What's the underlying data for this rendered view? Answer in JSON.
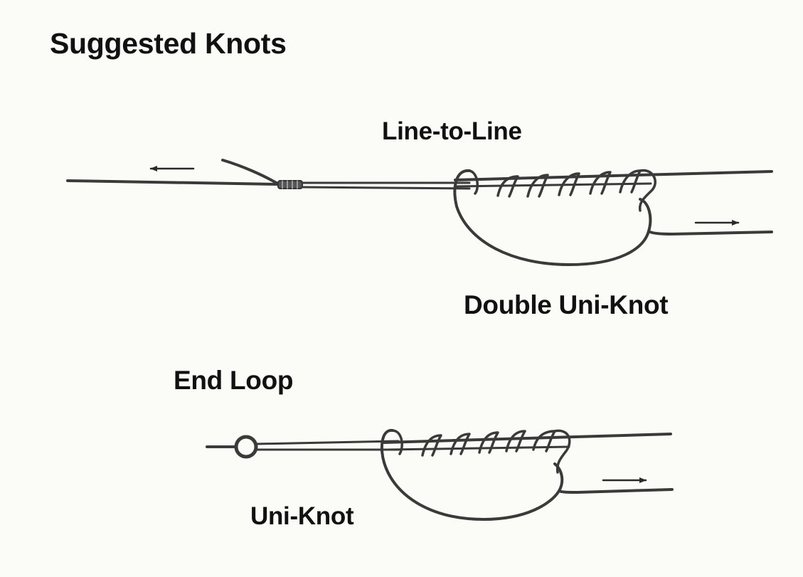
{
  "title": "Suggested Knots",
  "sections": {
    "line_to_line": {
      "heading": "Line-to-Line",
      "knot_name": "Double Uni-Knot"
    },
    "end_loop": {
      "heading": "End Loop",
      "knot_name": "Uni-Knot"
    }
  },
  "colors": {
    "line": "#3a3a3a",
    "text": "#111111",
    "background": "#fbfbf8"
  },
  "icons": [
    "left-arrow-icon",
    "right-arrow-icon",
    "ring-icon",
    "coil-icon"
  ]
}
